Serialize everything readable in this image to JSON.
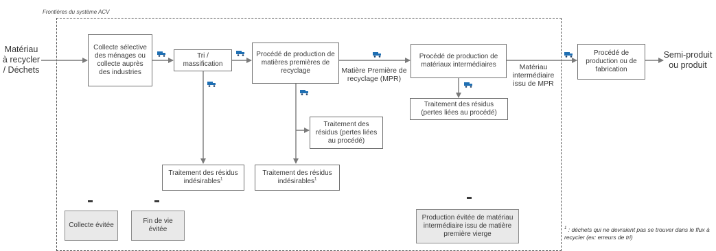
{
  "boundary_title": "Frontières du système ACV",
  "input_label": "Matériau\nà recycler\n/ Déchets",
  "output_label": "Semi-produit\nou produit",
  "boxes": {
    "collecte": "Collecte sélective des ménages ou collecte auprès des industries",
    "tri": "Tri / massification",
    "procede_mpr": "Procédé de production de matières premières de recyclage",
    "procede_inter": "Procédé de production de matériaux intermédiaires",
    "procede_fab": "Procédé de production ou de fabrication",
    "trait_tri": "Traitement des résidus indésirables",
    "trait_mpr_ind": "Traitement des résidus indésirables",
    "trait_mpr_pertes": "Traitement des résidus (pertes liées au procédé)",
    "trait_inter": "Traitement des résidus (pertes liées au procédé)"
  },
  "flow_labels": {
    "mpr": "Matière Première de recyclage (MPR)",
    "mat_inter": "Matériau intermédiaire issu de MPR"
  },
  "avoided": {
    "collecte": "Collecte évitée",
    "fin_vie": "Fin de vie évitée",
    "production": "Production évitée de matériau intermédiaire issu de matière première vierge"
  },
  "footnote_mark": "1",
  "footnote": ": déchets qui ne devraient pas se trouver dans le flux à recycler (ex: erreurs de tri)",
  "colors": {
    "truck": "#1f6fb3",
    "line": "#7a7a7a",
    "grey_box": "#e9e9e9"
  }
}
